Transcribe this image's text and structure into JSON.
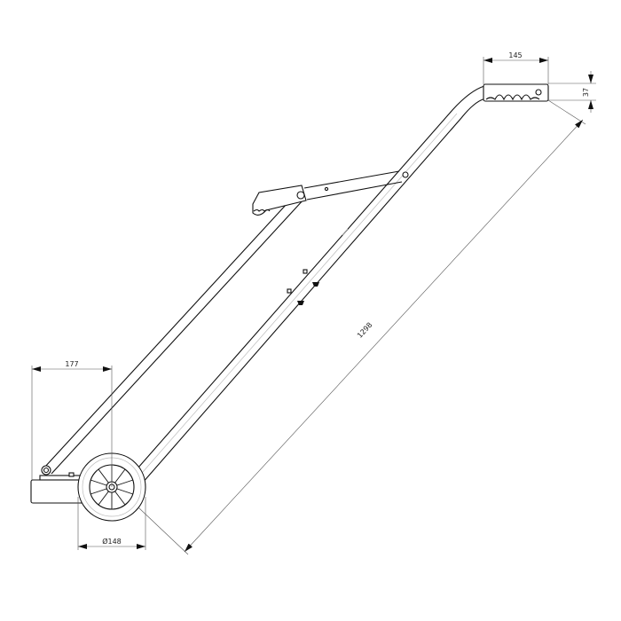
{
  "drawing": {
    "type": "technical-drawing",
    "subject": "wheeled magnetic sweeper with telescopic handle",
    "colors": {
      "background": "#ffffff",
      "line": "#111111",
      "dimension_line": "#555555"
    }
  },
  "dimensions": {
    "handle_width": "145",
    "handle_height": "37",
    "overall_length": "1298",
    "base_offset": "177",
    "wheel_diameter": "Ø148"
  }
}
